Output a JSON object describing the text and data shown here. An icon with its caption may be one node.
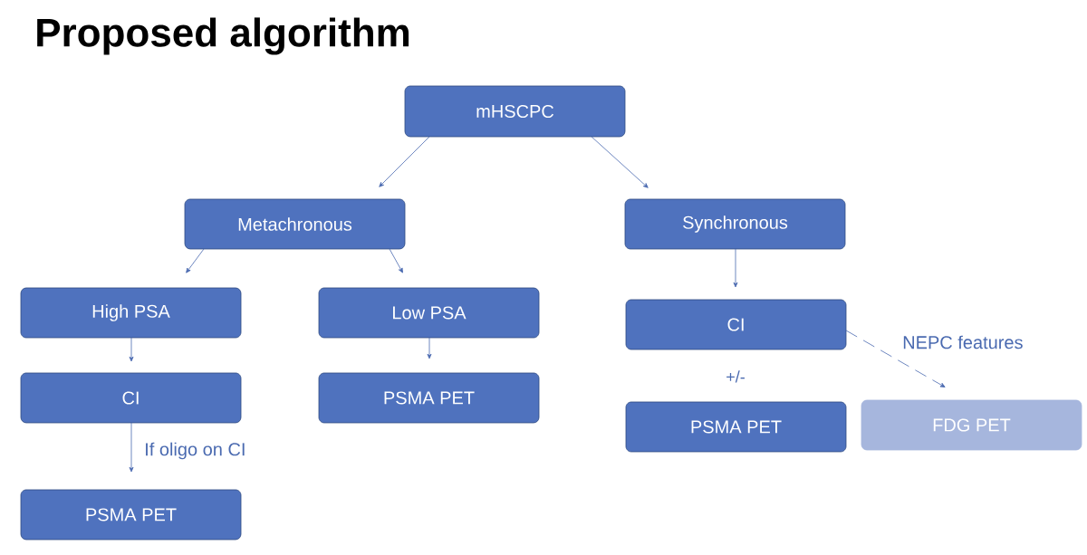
{
  "diagram": {
    "title": "Proposed algorithm",
    "nodes": [
      {
        "text": [
          "mHSCPC"
        ]
      },
      {
        "text": [
          "Metachronous"
        ]
      },
      {
        "text": [
          "Synchronous"
        ]
      },
      {
        "text": [
          "High PSA"
        ]
      },
      {
        "text": [
          "Low PSA"
        ]
      },
      {
        "text": [
          "CI"
        ]
      },
      {
        "text": [
          "CI"
        ]
      },
      {
        "text": [
          "PSMA PET"
        ]
      },
      {
        "text": [
          "PSMA PET"
        ]
      },
      {
        "text": [
          "PSMA PET"
        ]
      },
      {
        "text": [
          "FDG PET"
        ]
      }
    ],
    "edges": [
      {
        "from": 0,
        "to": 1,
        "arrow": "to"
      },
      {
        "from": 0,
        "to": 2,
        "arrow": "to"
      },
      {
        "from": 1,
        "to": 3,
        "arrow": "to"
      },
      {
        "from": 1,
        "to": 4,
        "arrow": "to"
      },
      {
        "from": 3,
        "to": 6,
        "arrow": "to"
      },
      {
        "from": 4,
        "to": 7,
        "arrow": "to"
      },
      {
        "from": 6,
        "to": 8,
        "arrow": "to",
        "label": "If oligo on CI"
      },
      {
        "from": 2,
        "to": 5,
        "arrow": "to"
      },
      {
        "from": 5,
        "to": 10,
        "arrow": "to",
        "label": "NEPC features",
        "style": "dashed"
      }
    ],
    "labels": [
      "+/-"
    ]
  }
}
